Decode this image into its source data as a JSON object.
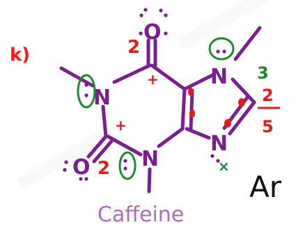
{
  "problem_label": "k)",
  "molecule_name": "Caffeine",
  "aromatic_label": "Ar",
  "atoms": {
    "oxygen": "O",
    "nitrogen": "N"
  },
  "annotations": {
    "count_top_left": "2",
    "count_bottom": "2",
    "ring_count_3": "3",
    "ring_count_2": "2",
    "ring_count_5": "5",
    "plus": "+",
    "x_mark": "×"
  },
  "colors": {
    "ink": "#7a1f8f",
    "red": "#e41b1b",
    "green": "#1e8a2c",
    "black": "#111111",
    "label_red": "#ff1a1a"
  }
}
